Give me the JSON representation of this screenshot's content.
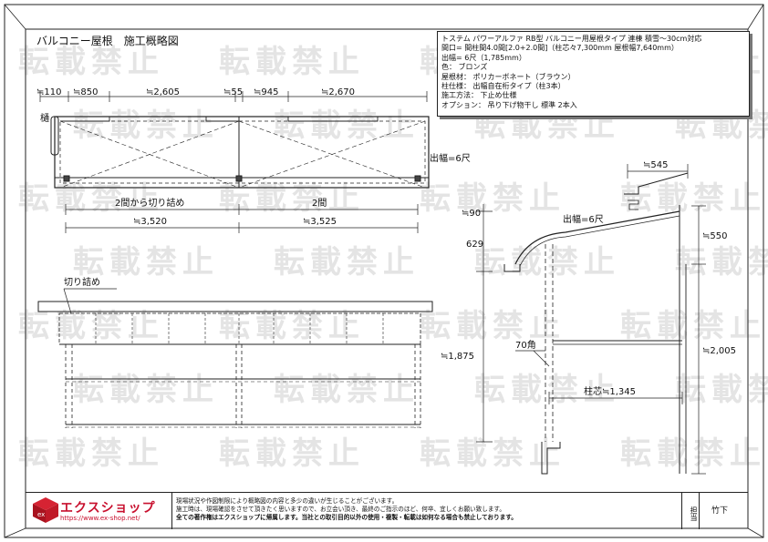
{
  "title": "バルコニー屋根　施工概略図",
  "spec_lines": [
    "トステム パワーアルファ RB型 バルコニー用屋根タイプ 連棟 積雪～30cm対応",
    "間口= 間柱間4.0間[2.0+2.0間]（柱芯々7,300mm  屋根幅7,640mm）",
    "出幅= 6尺（1,785mm）",
    "色： ブロンズ",
    "屋根材： ポリカーボネート（ブラウン）",
    "柱仕様： 出幅自在桁タイプ（柱3本）",
    "施工方法： 下止め仕様",
    "オプション： 吊り下げ物干し 標準 2本入"
  ],
  "watermark": "転載禁止",
  "plan": {
    "top_dims": [
      "≒110",
      "≒850",
      "≒2,605",
      "≒55",
      "≒945",
      "≒2,670"
    ],
    "gutter_label": "樋",
    "depth_label": "出幅=6尺",
    "span_labels": [
      "2間から切り詰め",
      "2間"
    ],
    "bottom_dims": [
      "≒3,520",
      "≒3,525"
    ]
  },
  "front": {
    "cut_label": "切り詰め"
  },
  "side": {
    "dims": [
      "≒545",
      "≒90",
      "629",
      "≒550",
      "≒1,875",
      "≒2,005"
    ],
    "depth_label": "出幅=6尺",
    "post_label": "70角",
    "pitch_label": "柱芯≒1,345"
  },
  "footer": {
    "logo_name": "エクスショップ",
    "logo_url": "https://www.ex-shop.net/",
    "notes": [
      "現場状況や作図制限により概略図の内容と多少の違いが生じることがございます。",
      "施工時は、現場確認をさせて頂きたく思いますので、お立会い頂き、最終のご指示のほど、何卒、宜しくお願い致します。"
    ],
    "notice": "全ての著作権はエクスショップに帰属します。当社との取引目的以外の使用・複製・転載は如何なる場合も禁止しております。",
    "tantou_label": "担当",
    "tantou_name": "竹下"
  }
}
